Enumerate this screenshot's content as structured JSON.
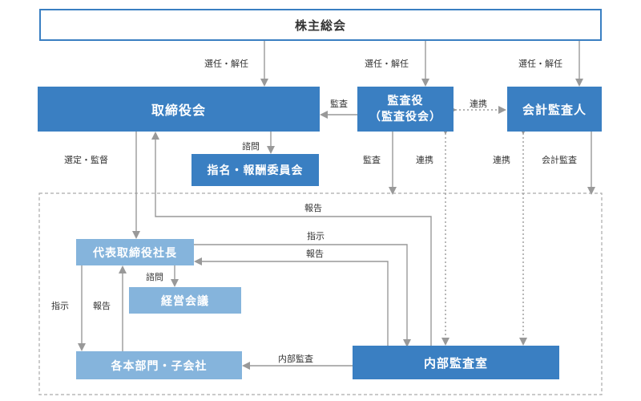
{
  "nodes": {
    "shareholders": "株主総会",
    "board": "取締役会",
    "auditor_line1": "監査役",
    "auditor_line2": "（監査役会）",
    "accounting_auditor": "会計監査人",
    "committee": "指名・報酬委員会",
    "president": "代表取締役社長",
    "management_meeting": "経営会議",
    "departments": "各本部門・子会社",
    "internal_audit": "内部監査室"
  },
  "edges": {
    "elect_board": "選任・解任",
    "elect_auditor": "選任・解任",
    "elect_accounting": "選任・解任",
    "audit_board": "監査",
    "coop_auditors": "連携",
    "consult_committee": "諮問",
    "select_supervise": "選定・監督",
    "audit_down": "監査",
    "coop_internal": "連携",
    "coop_accounting_internal": "連携",
    "accounting_audit": "会計監査",
    "report_board": "報告",
    "instruct_internal": "指示",
    "report_president": "報告",
    "consult_meeting": "諮問",
    "instruct_departments": "指示",
    "report_departments": "報告",
    "internal_audit_departments": "内部監査"
  },
  "colors": {
    "primary": "#3a7fc2",
    "light": "#85b4dc",
    "line": "#999999",
    "dashed_frame": "#aaaaaa"
  }
}
